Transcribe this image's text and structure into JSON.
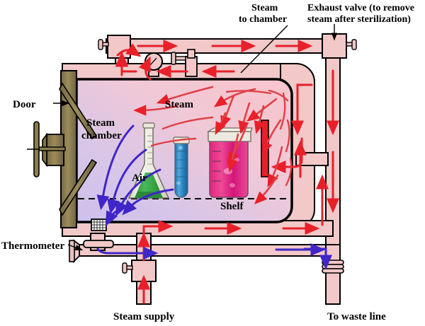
{
  "diagram": {
    "title": "Autoclave (steam sterilizer) cross-section diagram",
    "labels": {
      "steam_to_chamber_line1": "Steam",
      "steam_to_chamber_line2": "to chamber",
      "exhaust_valve_line1": "Exhaust valve (to remove",
      "exhaust_valve_line2": "steam after sterilization)",
      "door": "Door",
      "steam_chamber_line1": "Steam",
      "steam_chamber_line2": "chamber",
      "steam": "Steam",
      "air": "Air",
      "shelf": "Shelf",
      "thermometer": "Thermometer",
      "steam_supply": "Steam supply",
      "to_waste_line": "To waste line"
    },
    "colors": {
      "pipe_fill": "#f2c8c8",
      "pipe_fill_light": "#f6d6d6",
      "outline": "#000000",
      "chamber_top": "#f9c8cd",
      "chamber_bottom": "#cfc2ea",
      "steam_arrow": "#e8202a",
      "air_arrow": "#4026c8",
      "door_metal": "#8a7b४f",
      "door_metal_hex": "#8c7d4e",
      "flask_liquid": "#37a346",
      "tube_liquid": "#2a86c4",
      "beaker_liquid": "#e0247e",
      "thermo_strip": "#e8202a",
      "glass": "#efeee4"
    },
    "components": [
      {
        "name": "pressure-gauge",
        "kind": "gauge"
      },
      {
        "name": "safety-valve",
        "kind": "valve"
      },
      {
        "name": "steam-inlet-valve",
        "kind": "valve"
      },
      {
        "name": "exhaust-valve",
        "kind": "valve"
      },
      {
        "name": "chamber-drain-grate",
        "kind": "grate"
      },
      {
        "name": "thermometer-probe",
        "kind": "probe"
      },
      {
        "name": "waste-line-trap",
        "kind": "trap"
      },
      {
        "name": "erlenmeyer-flask",
        "kind": "labware"
      },
      {
        "name": "test-tube",
        "kind": "labware"
      },
      {
        "name": "beaker",
        "kind": "labware"
      },
      {
        "name": "thermometer-strip",
        "kind": "labware"
      }
    ]
  }
}
